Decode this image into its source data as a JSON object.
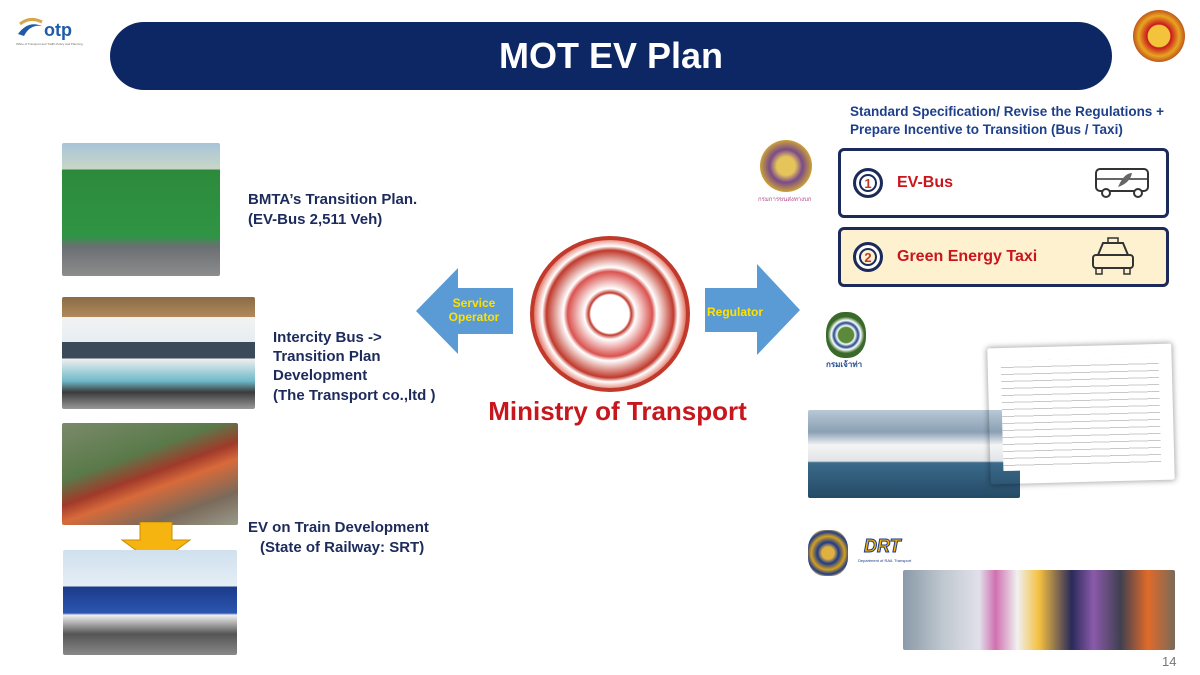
{
  "logo": {
    "text": "otp",
    "subtitle": "Office of Transport and Traffic Policy and Planning"
  },
  "title": "MOT EV Plan",
  "left": {
    "bmta": {
      "line1": "BMTA’s Transition Plan.",
      "line2": "(EV-Bus 2,511 Veh)"
    },
    "intercity": {
      "line1": "Intercity Bus ->",
      "line2": "Transition Plan",
      "line3": "Development",
      "line4": "(The Transport  co.,ltd )"
    },
    "train": {
      "line1": "EV on Train Development",
      "line2": "(State of Railway: SRT)"
    }
  },
  "center": {
    "service_operator": "Service Operator",
    "regulator": "Regulator",
    "ministry": "Ministry of Transport"
  },
  "right": {
    "heading1": "Standard Specification/ Revise the Regulations +",
    "heading2": "Prepare Incentive to Transition (Bus / Taxi)",
    "dlt_caption": "กรมการขนส่งทางบก",
    "md_caption": "กรมเจ้าท่า",
    "items": [
      {
        "num": "1",
        "label": "EV-Bus",
        "icon": "bus-icon"
      },
      {
        "num": "2",
        "label": "Green Energy Taxi",
        "icon": "taxi-icon"
      }
    ],
    "drt": {
      "logo": "DRT",
      "sub": "Department of RAIL Transport"
    }
  },
  "page_number": "14",
  "colors": {
    "navy": "#0d2764",
    "red": "#c8161d",
    "arrow": "#5b9bd5",
    "arrow_text": "#ffe100"
  }
}
